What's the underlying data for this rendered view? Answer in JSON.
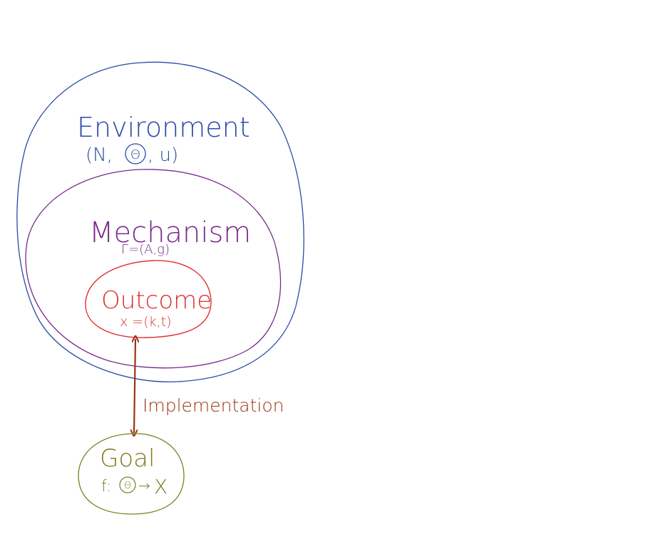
{
  "colors": {
    "environment": "#2a4aa6",
    "mechanism": "#7a2a8c",
    "outcome": "#e03030",
    "goal": "#7d7d24",
    "implementation": "#9a3414"
  },
  "environment": {
    "title": "Environment",
    "tuple_open": "(N,",
    "theta_symbol": "Θ",
    "tuple_close": ", u)"
  },
  "mechanism": {
    "title": "Mechanism",
    "formula": "Γ=(A,g)"
  },
  "outcome": {
    "title": "Outcome",
    "formula": "x =(k,t)"
  },
  "implementation": {
    "label": "Implementation"
  },
  "goal": {
    "title": "Goal",
    "f_label": "f:",
    "theta_symbol": "Θ",
    "arrow": "→",
    "codomain": "X"
  }
}
